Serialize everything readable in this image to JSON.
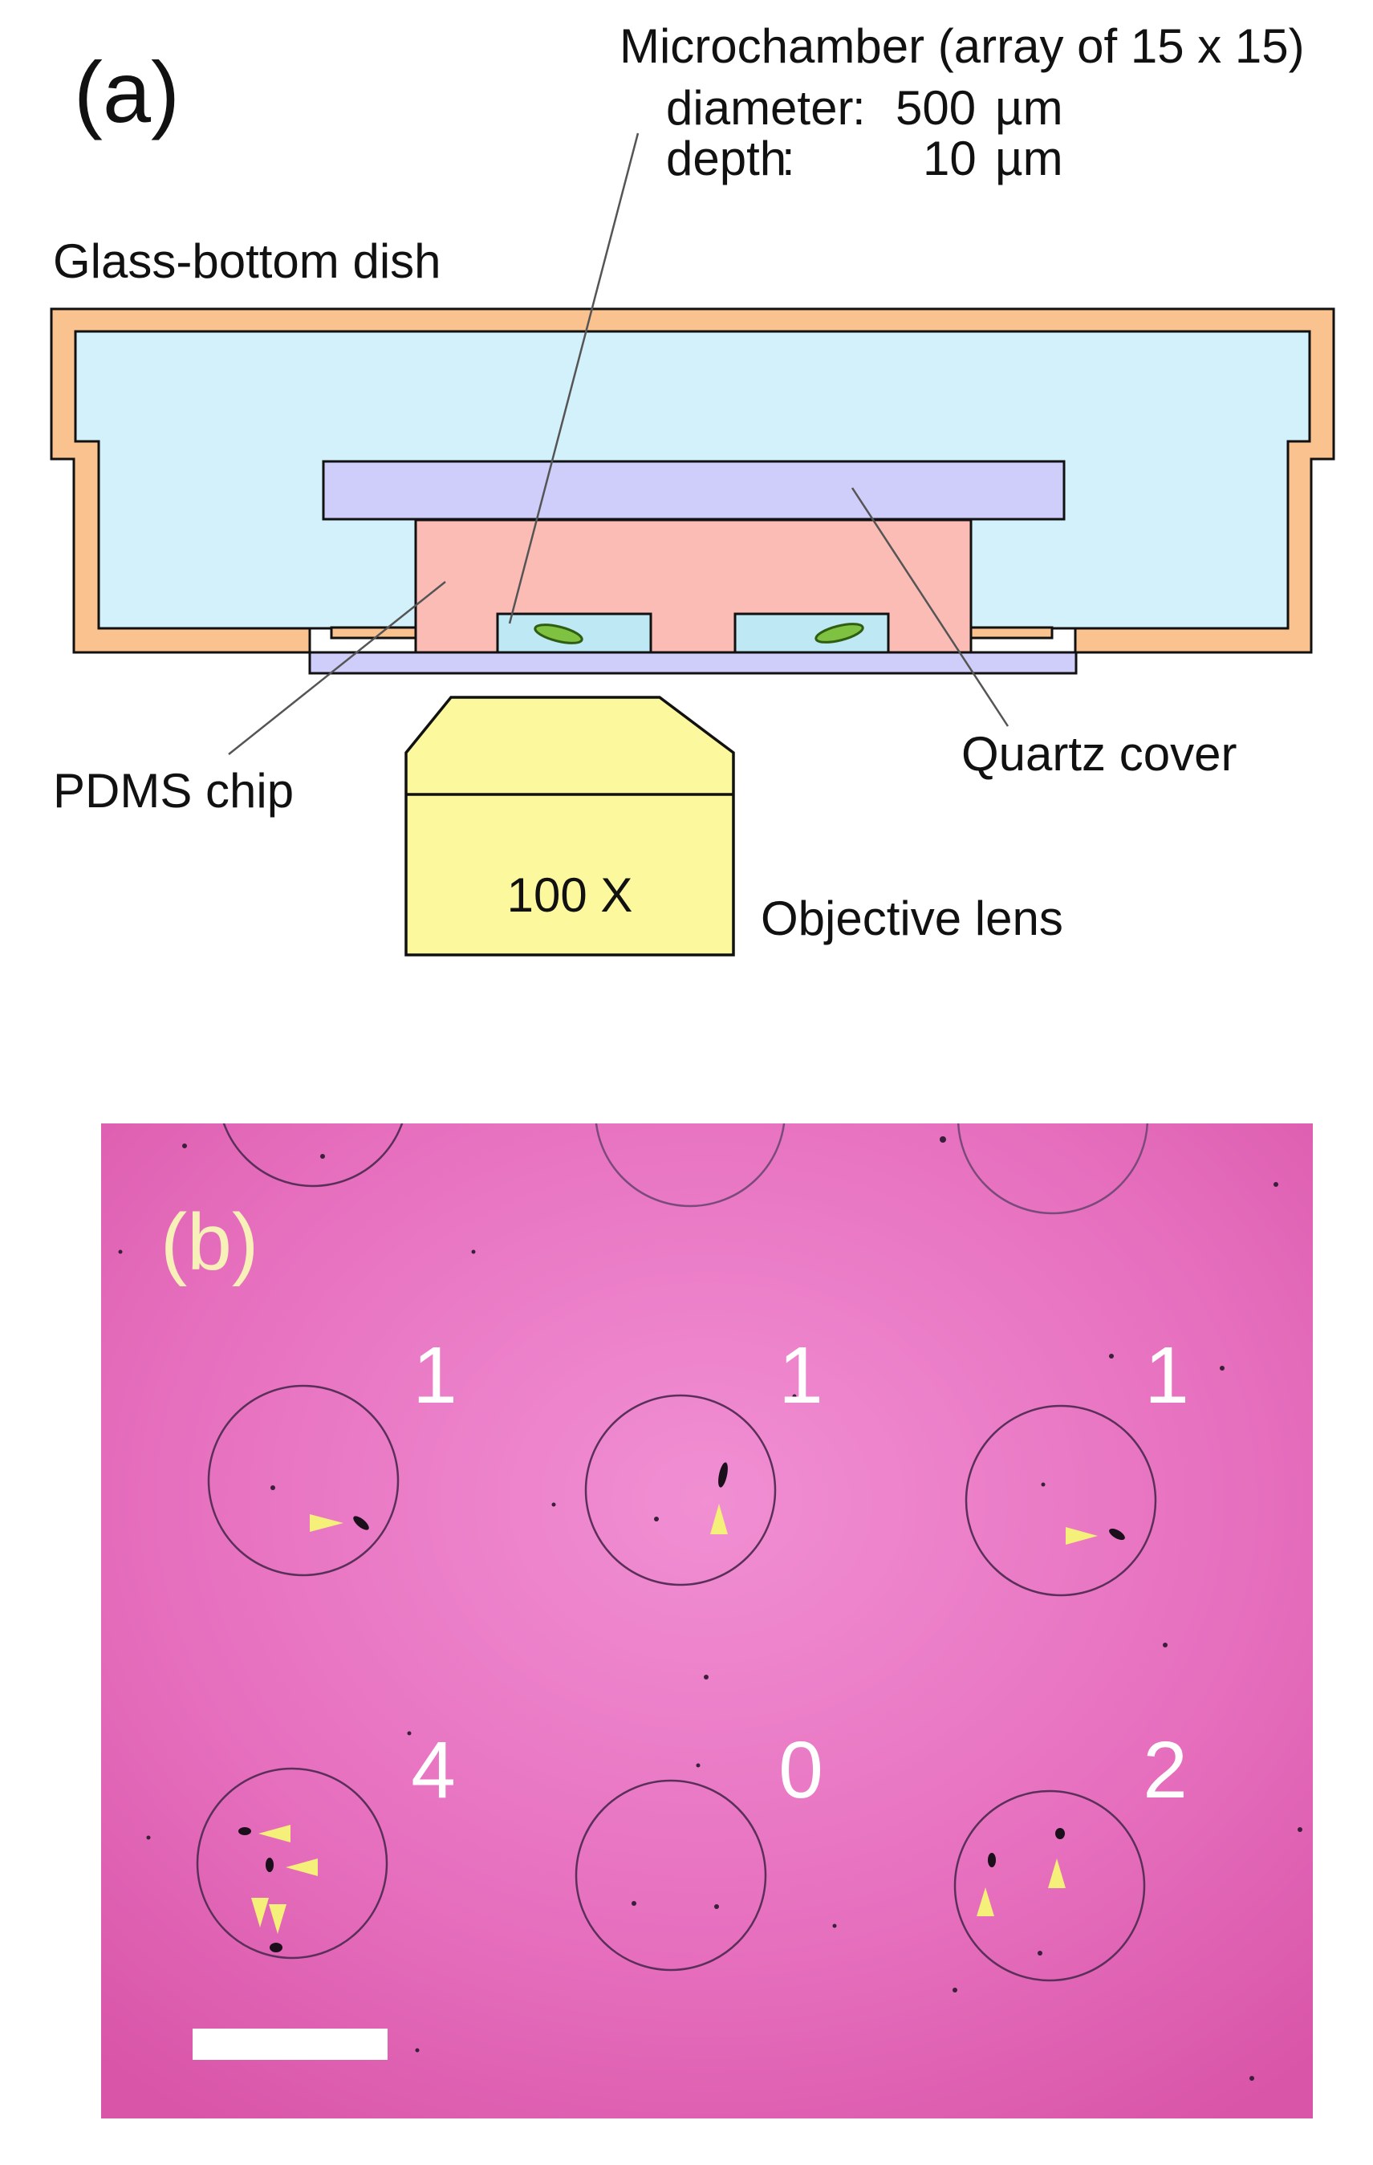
{
  "panel_a": {
    "label": "(a)",
    "microchamber_title": "Microchamber (array of 15 x 15)",
    "diameter_label": "diameter",
    "diameter_colon": ":",
    "diameter_value": "500",
    "diameter_unit": "µm",
    "depth_label": "depth",
    "depth_colon": ":",
    "depth_value": "10",
    "depth_unit": "µm",
    "dish_label": "Glass-bottom dish",
    "pdms_label": "PDMS chip",
    "quartz_label": "Quartz cover",
    "objective_magnification": "100 X",
    "objective_label": "Objective lens"
  },
  "panel_b": {
    "label": "(b)",
    "chamber_counts": [
      "1",
      "1",
      "1",
      "4",
      "0",
      "2"
    ]
  },
  "colors": {
    "dish_wall": "#f9c28e",
    "medium": "#d3f1fa",
    "quartz": "#cfcdf9",
    "pdms": "#fbbcb5",
    "chamber": "#bfe8f5",
    "cell": "#7fc241",
    "objective": "#fbf89d",
    "micrograph_bg": "#e868b8",
    "arrowhead": "#f5f07a"
  }
}
